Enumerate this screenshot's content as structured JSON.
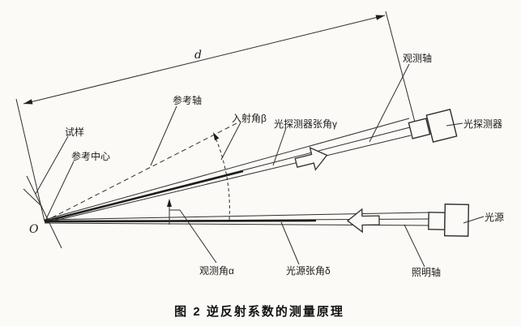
{
  "figure": {
    "caption": "图 2  逆反射系数的测量原理",
    "origin_label": "O",
    "distance_label": "d",
    "labels": {
      "sample": "试样",
      "reference_center": "参考中心",
      "reference_axis": "参考轴",
      "incidence_angle": "入射角β",
      "detector_aperture_angle": "光探测器张角γ",
      "observation_axis": "观测轴",
      "photodetector": "光探测器",
      "light_source": "光源",
      "illumination_axis": "照明轴",
      "source_aperture_angle": "光源张角δ",
      "observation_angle": "观测角α"
    },
    "colors": {
      "line": "#2f2f2f",
      "paper": "#fbfaf6",
      "text": "#1c1c1c"
    }
  }
}
